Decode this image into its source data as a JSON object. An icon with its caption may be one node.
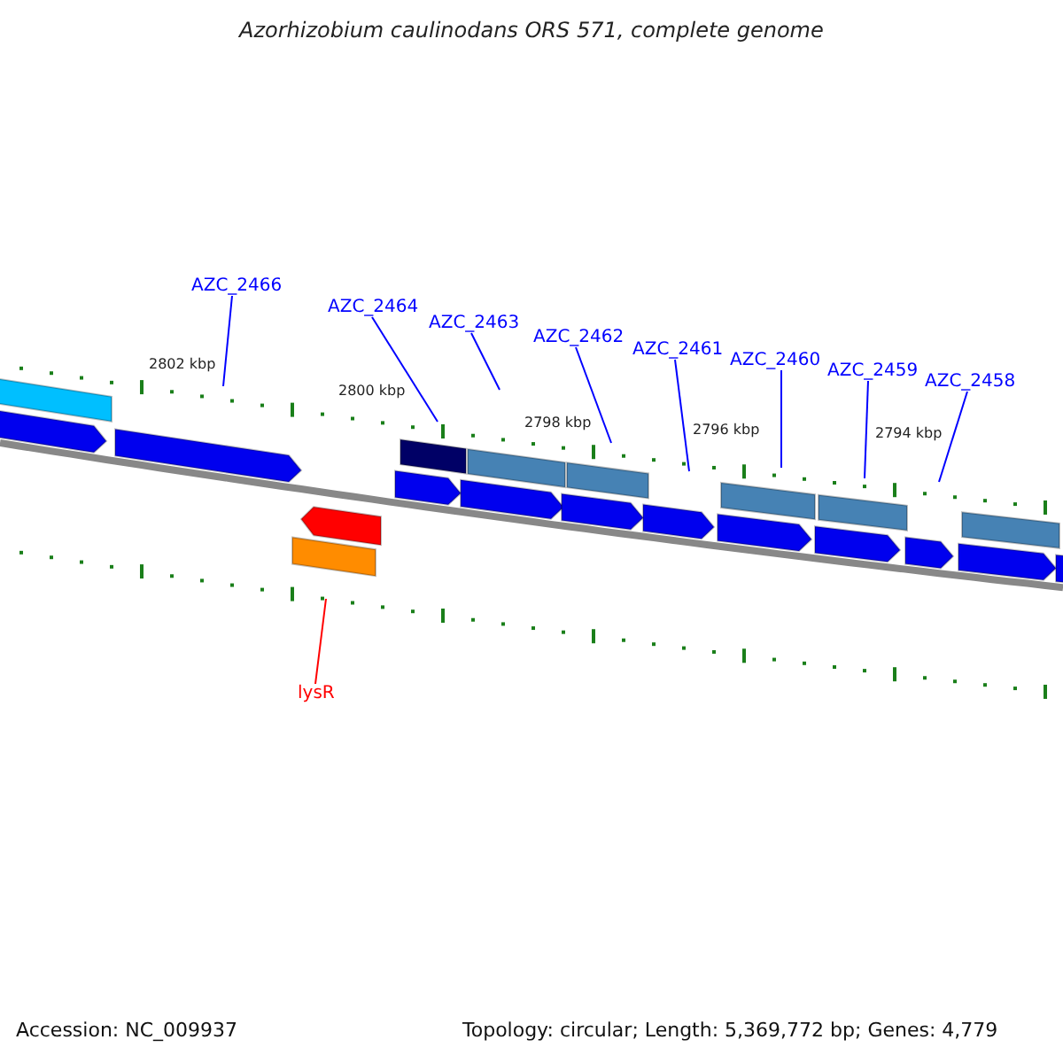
{
  "diagram": {
    "title": "Azorhizobium caulinodans ORS 571, complete genome",
    "nodes": [
      {
        "text": [
          "AZC_2466"
        ]
      },
      {
        "text": [
          "AZC_2464"
        ]
      },
      {
        "text": [
          "AZC_2463"
        ]
      },
      {
        "text": [
          "AZC_2462"
        ]
      },
      {
        "text": [
          "AZC_2461"
        ]
      },
      {
        "text": [
          "AZC_2460"
        ]
      },
      {
        "text": [
          "AZC_2459"
        ]
      },
      {
        "text": [
          "AZC_2458"
        ]
      },
      {
        "text": [
          "lysR"
        ]
      }
    ],
    "edges": [
      {
        "from": 0,
        "to": null,
        "arrow": "none"
      },
      {
        "from": 1,
        "to": null,
        "arrow": "none"
      },
      {
        "from": 2,
        "to": null,
        "arrow": "none"
      },
      {
        "from": 3,
        "to": null,
        "arrow": "none"
      },
      {
        "from": 4,
        "to": null,
        "arrow": "none"
      },
      {
        "from": 5,
        "to": null,
        "arrow": "none"
      },
      {
        "from": 6,
        "to": null,
        "arrow": "none"
      },
      {
        "from": 7,
        "to": null,
        "arrow": "none"
      },
      {
        "from": 8,
        "to": null,
        "arrow": "none",
        "color": "#ff0000"
      }
    ],
    "labels": [
      "2802 kbp",
      "2800 kbp",
      "2798 kbp",
      "2796 kbp",
      "2794 kbp",
      "Accession: NC_009937",
      "Topology: circular; Length: 5,369,772 bp; Genes: 4,779"
    ]
  }
}
